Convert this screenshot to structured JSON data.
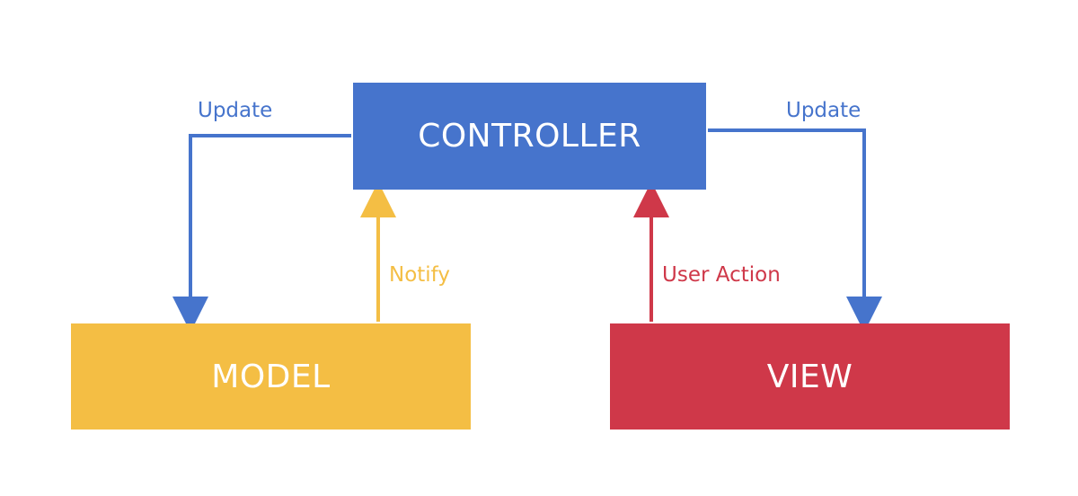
{
  "colors": {
    "controller": "#4674cc",
    "model": "#f4be44",
    "view": "#cf3849",
    "update_arrow": "#4674cc",
    "notify_arrow": "#f4be44",
    "user_action_arrow": "#cf3849"
  },
  "boxes": {
    "controller": "CONTROLLER",
    "model": "MODEL",
    "view": "VIEW"
  },
  "arrows": {
    "update_left": "Update",
    "update_right": "Update",
    "notify": "Notify",
    "user_action": "User Action"
  }
}
